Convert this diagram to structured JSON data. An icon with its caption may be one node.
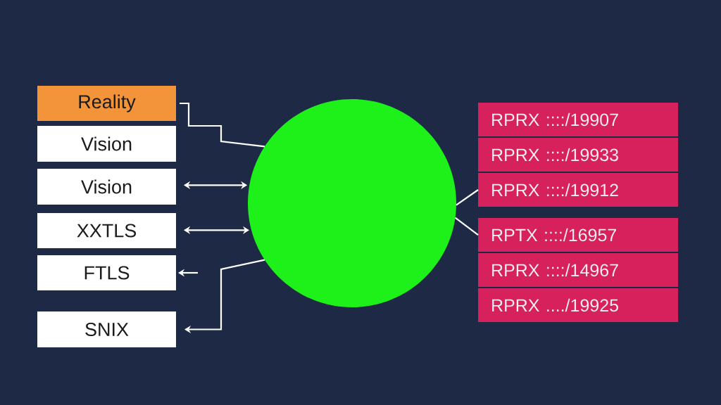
{
  "diagram": {
    "nodes": [
      {
        "text": [
          "Reality"
        ]
      },
      {
        "text": [
          "Vision"
        ]
      },
      {
        "text": [
          "Vision"
        ]
      },
      {
        "text": [
          "XXTLS"
        ]
      },
      {
        "text": [
          "FTLS"
        ]
      },
      {
        "text": [
          "SNIX"
        ]
      },
      {
        "text": [],
        "shape": "circle"
      },
      {
        "text": [
          "RPRX ::::/19907"
        ]
      },
      {
        "text": [
          "RPRX ::::/19933"
        ]
      },
      {
        "text": [
          "RPRX ::::/19912"
        ]
      },
      {
        "text": [
          "RPTX ::::/16957"
        ]
      },
      {
        "text": [
          "RPRX ::::/14967"
        ]
      },
      {
        "text": [
          "RPRX ..../19925"
        ]
      }
    ],
    "edges": [
      {
        "from": 0,
        "to": 6,
        "arrow": "none"
      },
      {
        "from": 2,
        "to": 6,
        "arrow": "both"
      },
      {
        "from": 3,
        "to": 6,
        "arrow": "both"
      },
      {
        "from": null,
        "to": 4,
        "arrow": "to"
      },
      {
        "from": 6,
        "to": 5,
        "arrow": "to"
      },
      {
        "from": 6,
        "to": 9,
        "arrow": "none"
      },
      {
        "from": 6,
        "to": 10,
        "arrow": "none"
      }
    ]
  }
}
